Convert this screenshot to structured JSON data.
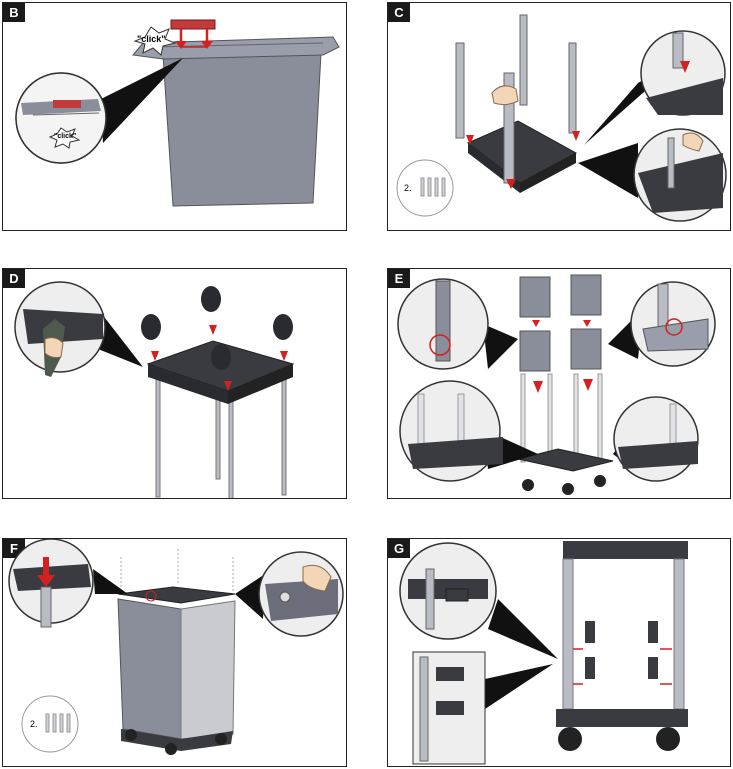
{
  "panels": [
    {
      "id": "B",
      "label": "B",
      "callouts": [
        "\"click\"",
        "\"click\""
      ]
    },
    {
      "id": "C",
      "label": "C",
      "quantity": "2."
    },
    {
      "id": "D",
      "label": "D"
    },
    {
      "id": "E",
      "label": "E"
    },
    {
      "id": "F",
      "label": "F",
      "quantity": "2."
    },
    {
      "id": "G",
      "label": "G"
    }
  ],
  "colors": {
    "part_gray": "#8a8d9a",
    "dark_base": "#3a3b40",
    "arrow_red": "#d42020",
    "pole_silver": "#b9bcc4"
  }
}
